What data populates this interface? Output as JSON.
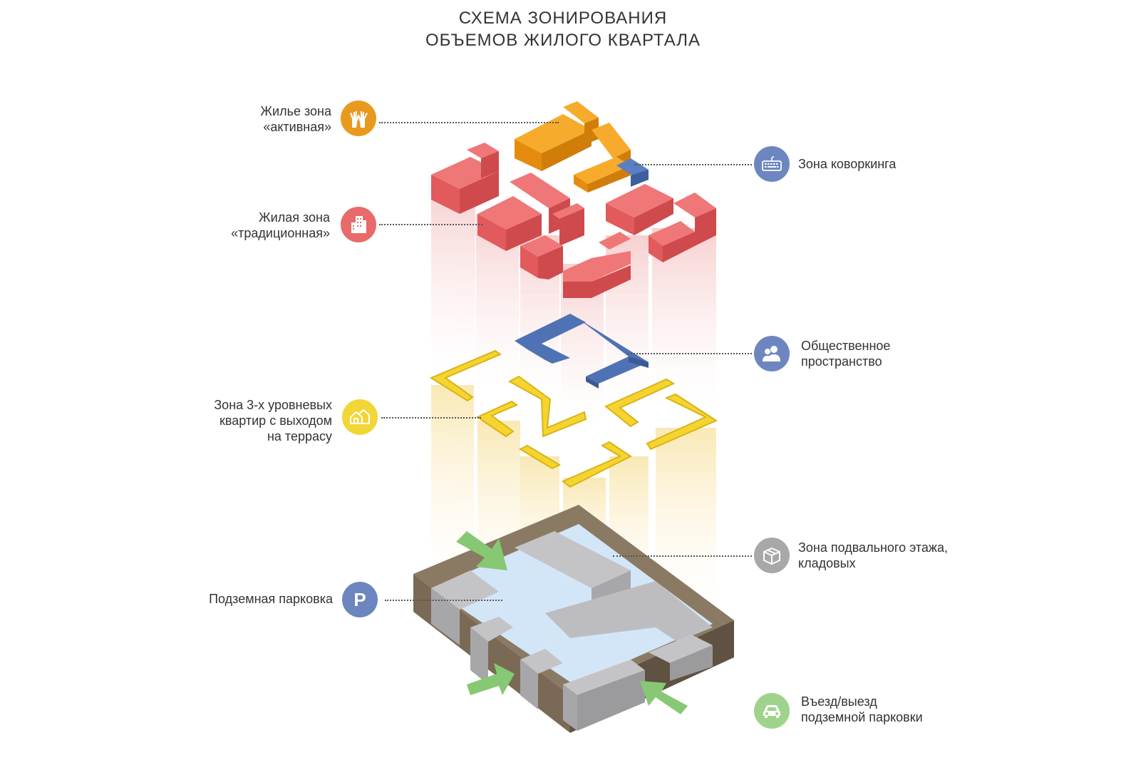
{
  "title": {
    "line1": "СХЕМА ЗОНИРОВАНИЯ",
    "line2": "ОБЪЕМОВ ЖИЛОГО КВАРТАЛА"
  },
  "legend": {
    "active_residential": {
      "line1": "Жилье зона",
      "line2": "«активная»",
      "color": "#e89a1e",
      "icon": "raised-hands-icon"
    },
    "traditional_residential": {
      "line1": "Жилая зона",
      "line2": "«традиционная»",
      "color": "#e86a6a",
      "icon": "apartment-building-icon"
    },
    "terrace_apartments": {
      "line1": "Зона 3-х уровневых",
      "line2": "квартир с выходом",
      "line3": "на террасу",
      "color": "#f2d635",
      "icon": "houses-icon"
    },
    "underground_parking": {
      "line1": "Подземная парковка",
      "color": "#6d86c0",
      "icon": "parking-icon",
      "icon_text": "P"
    },
    "coworking": {
      "line1": "Зона коворкинга",
      "color": "#6d86c0",
      "icon": "keyboard-icon"
    },
    "public_space": {
      "line1": "Общественное",
      "line2": "пространство",
      "color": "#6d86c0",
      "icon": "people-icon"
    },
    "basement": {
      "line1": "Зона подвального этажа,",
      "line2": "кладовых",
      "color": "#a8a8a8",
      "icon": "box-icon"
    },
    "parking_entry": {
      "line1": "Въезд/выезд",
      "line2": "подземной парковки",
      "color": "#9fd38c",
      "icon": "car-icon"
    }
  },
  "colors": {
    "orange": "#f29a12",
    "red": "#e85d5f",
    "blue": "#4f72b4",
    "yellow": "#f6d430",
    "ground": "#8b7a63",
    "gray": "#b4b4b6",
    "lightblue": "#d3e6f8",
    "green": "#86c873"
  }
}
